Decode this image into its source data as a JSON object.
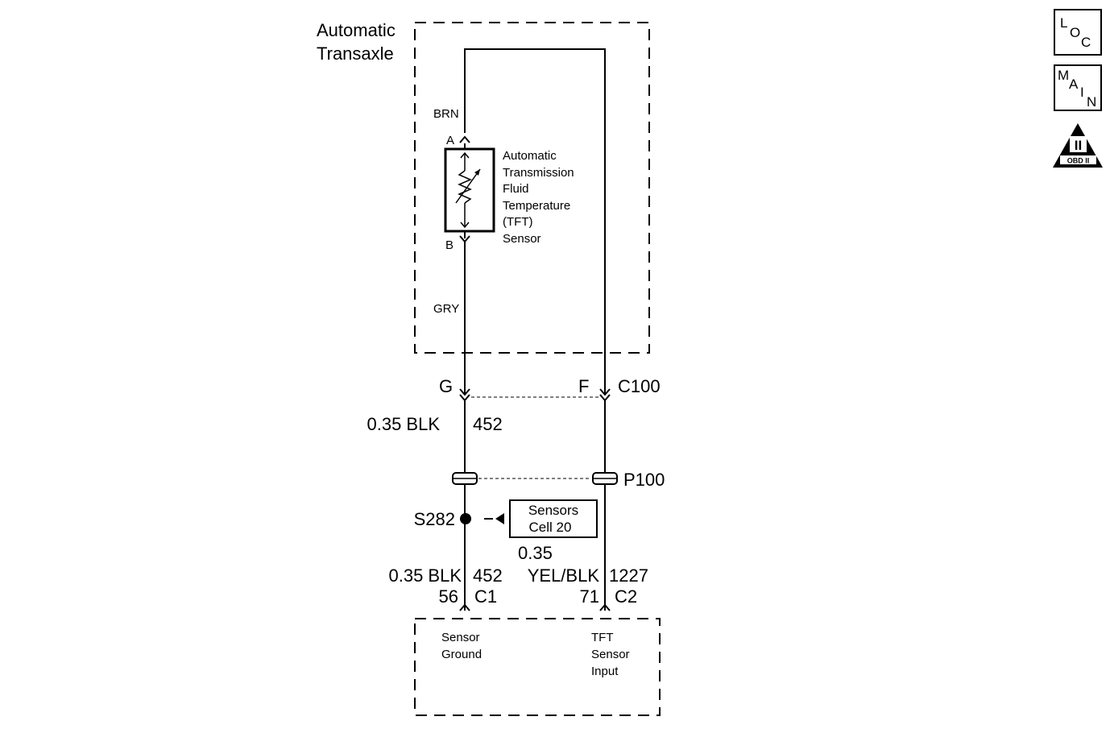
{
  "module_top": {
    "label_line1": "Automatic",
    "label_line2": "Transaxle"
  },
  "sensor": {
    "name_lines": [
      "Automatic",
      "Transmission",
      "Fluid",
      "Temperature",
      "(TFT)",
      "Sensor"
    ],
    "pin_a": "A",
    "pin_b": "B",
    "wire_top": "BRN",
    "wire_bottom": "GRY"
  },
  "connector_c100": {
    "pin_left": "G",
    "pin_right": "F",
    "name": "C100"
  },
  "wire_452_upper": {
    "gauge_color": "0.35 BLK",
    "circuit": "452"
  },
  "connector_p100": {
    "name": "P100"
  },
  "splice": {
    "name": "S282"
  },
  "sensors_ref": {
    "line1": "Sensors",
    "line2": "Cell 20"
  },
  "wire_452_lower": {
    "gauge_color": "0.35 BLK",
    "circuit": "452",
    "pin": "56",
    "connector": "C1"
  },
  "wire_1227": {
    "gauge": "0.35",
    "color": "YEL/BLK",
    "circuit": "1227",
    "pin": "71",
    "connector": "C2"
  },
  "pcm": {
    "left_lines": [
      "Sensor",
      "Ground"
    ],
    "right_lines": [
      "TFT",
      "Sensor",
      "Input"
    ]
  },
  "nav_icons": {
    "loc": [
      "L",
      "O",
      "C"
    ],
    "main": [
      "M",
      "A",
      "I",
      "N"
    ],
    "obd_numeral": "II",
    "obd_text": "OBD II"
  }
}
